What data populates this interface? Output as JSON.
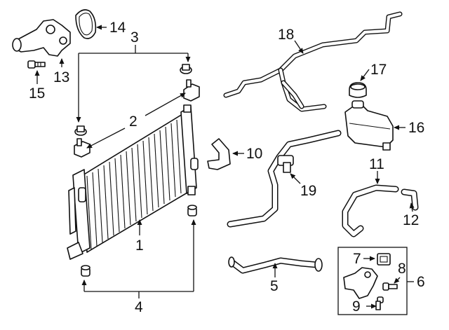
{
  "diagram": {
    "callouts": {
      "c1": "1",
      "c2": "2",
      "c3": "3",
      "c4": "4",
      "c5": "5",
      "c6": "6",
      "c7": "7",
      "c8": "8",
      "c9": "9",
      "c10": "10",
      "c11": "11",
      "c12": "12",
      "c13": "13",
      "c14": "14",
      "c15": "15",
      "c16": "16",
      "c17": "17",
      "c18": "18",
      "c19": "19"
    }
  }
}
